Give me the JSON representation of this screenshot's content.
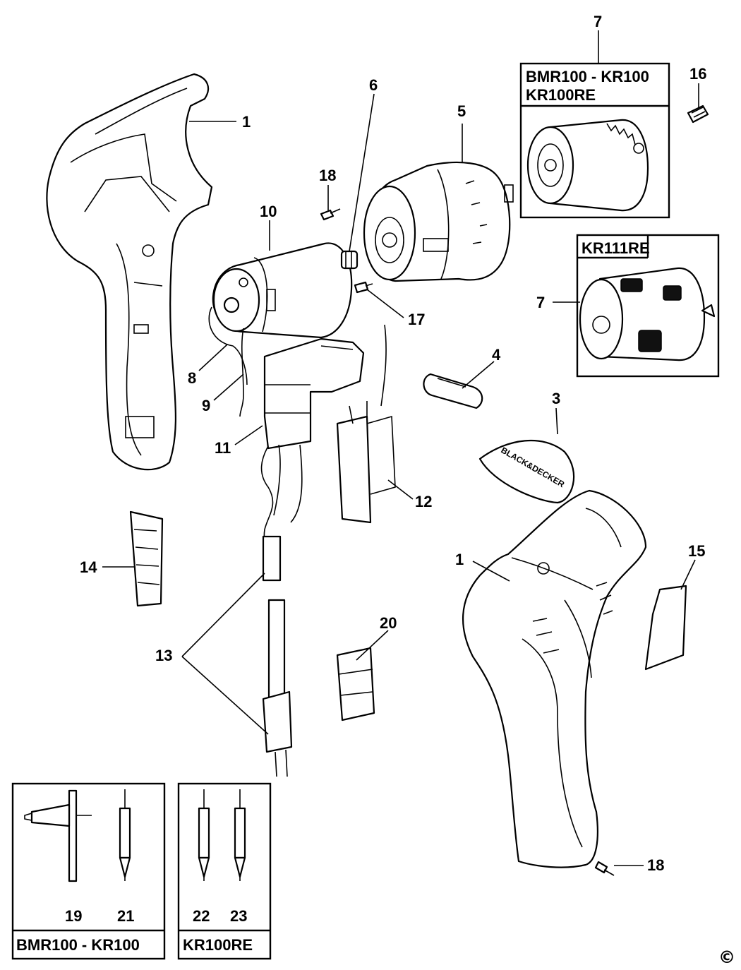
{
  "part_numbers": {
    "p1_top": "1",
    "p1_bottom": "1",
    "p3": "3",
    "p4": "4",
    "p5": "5",
    "p6": "6",
    "p7_top": "7",
    "p7_side": "7",
    "p8": "8",
    "p9": "9",
    "p10": "10",
    "p11": "11",
    "p12": "12",
    "p13": "13",
    "p14": "14",
    "p15": "15",
    "p16": "16",
    "p17": "17",
    "p18_top": "18",
    "p18_bottom": "18",
    "p19": "19",
    "p20": "20",
    "p21": "21",
    "p22": "22",
    "p23": "23"
  },
  "boxes": {
    "chuck_keyed_title_1": "BMR100 - KR100",
    "chuck_keyed_title_2": "KR100RE",
    "chuck_keyless_title": "KR111RE",
    "acc_left_title": "BMR100 - KR100",
    "acc_right_title": "KR100RE"
  },
  "logo_text": "BLACK&DECKER",
  "copyright": "©"
}
